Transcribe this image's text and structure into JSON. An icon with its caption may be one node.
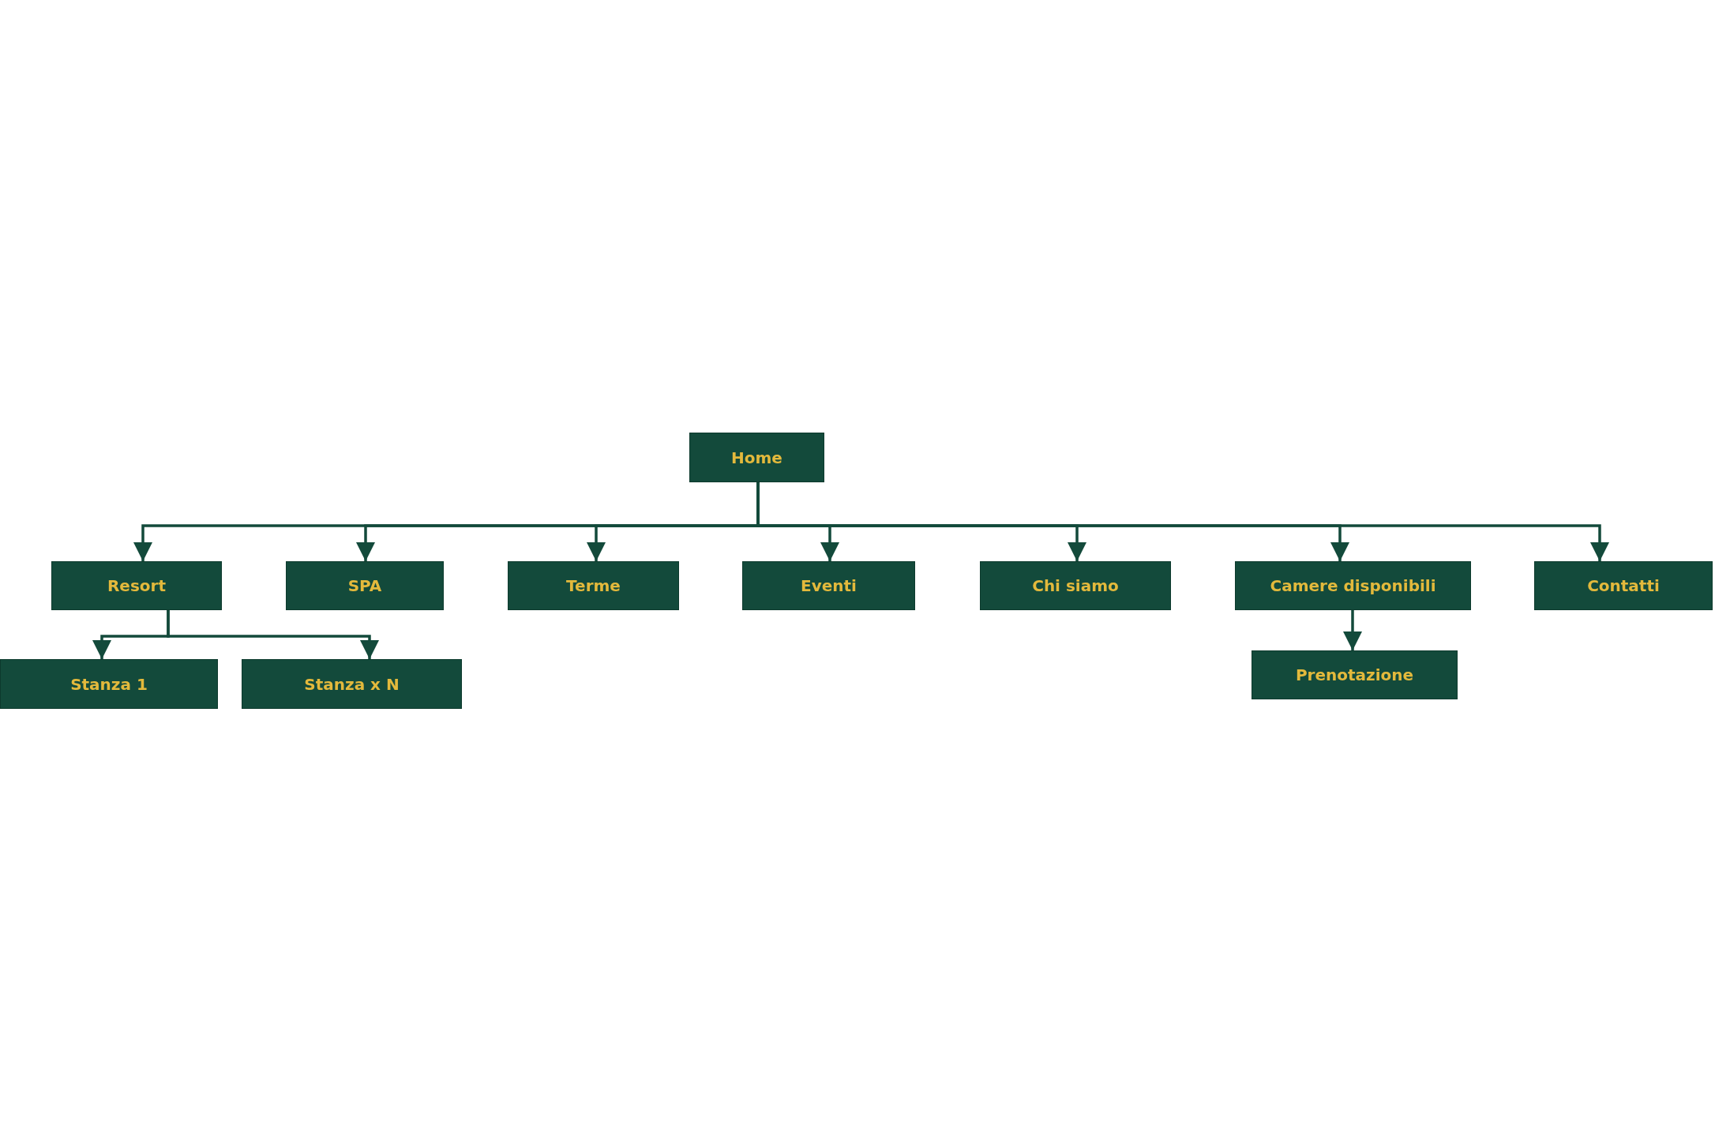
{
  "diagram": {
    "nodes": [
      {
        "text": [
          "Home"
        ]
      },
      {
        "text": [
          "Resort"
        ]
      },
      {
        "text": [
          "SPA"
        ]
      },
      {
        "text": [
          "Terme"
        ]
      },
      {
        "text": [
          "Eventi"
        ]
      },
      {
        "text": [
          "Chi siamo"
        ]
      },
      {
        "text": [
          "Camere disponibili"
        ]
      },
      {
        "text": [
          "Contatti"
        ]
      },
      {
        "text": [
          "Stanza 1"
        ]
      },
      {
        "text": [
          "Stanza x N"
        ]
      },
      {
        "text": [
          "Prenotazione"
        ]
      }
    ],
    "edges": [
      {
        "from": 0,
        "to": 1,
        "arrow": "to"
      },
      {
        "from": 0,
        "to": 2,
        "arrow": "to"
      },
      {
        "from": 0,
        "to": 3,
        "arrow": "to"
      },
      {
        "from": 0,
        "to": 4,
        "arrow": "to"
      },
      {
        "from": 0,
        "to": 5,
        "arrow": "to"
      },
      {
        "from": 0,
        "to": 6,
        "arrow": "to"
      },
      {
        "from": 0,
        "to": 7,
        "arrow": "to"
      },
      {
        "from": 1,
        "to": 8,
        "arrow": "to"
      },
      {
        "from": 1,
        "to": 9,
        "arrow": "to"
      },
      {
        "from": 6,
        "to": 10,
        "arrow": "to"
      }
    ]
  }
}
